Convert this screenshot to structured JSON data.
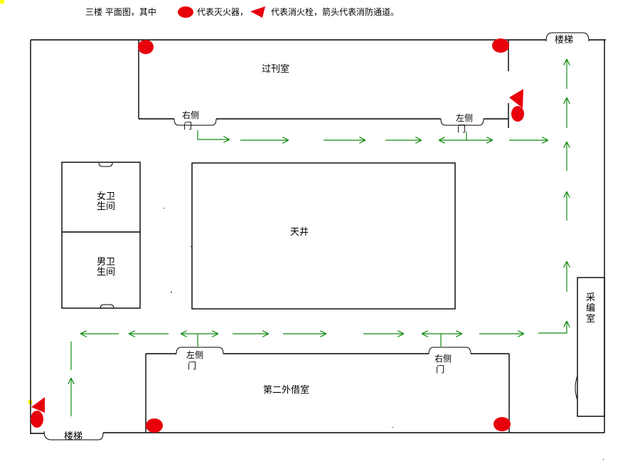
{
  "legend": {
    "part1": "三楼 平面图，其中",
    "part2": "代表灭火器，",
    "part3": "代表消火栓，箭头代表消防通道。"
  },
  "rooms": {
    "guokan": "过刊室",
    "tianjing": "天井",
    "waijie": "第二外借室",
    "caibian": "采编室",
    "nvwei_1": "女卫",
    "nvwei_2": "生间",
    "nanwei_1": "男卫",
    "nanwei_2": "生间",
    "stairs_top": "楼梯",
    "stairs_bottom": "楼梯"
  },
  "doors": {
    "d1_a": "右侧",
    "d1_b": "门",
    "d2_a": "左侧",
    "d2_b": "门",
    "d3_a": "左侧",
    "d3_b": "门",
    "d4_a": "右侧",
    "d4_b": "门"
  },
  "colors": {
    "extinguisher": "#e8000b",
    "hydrant": "#e8000b",
    "arrow": "#128c12",
    "marker": "#ffff00"
  }
}
